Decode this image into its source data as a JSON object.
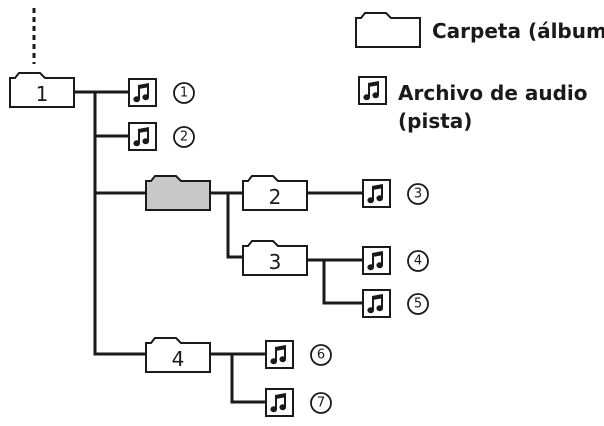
{
  "legend": {
    "folder_label": "Carpeta (álbum)",
    "file_label_line1": "Archivo de audio",
    "file_label_line2": "(pista)"
  },
  "folders": [
    {
      "id": "f1",
      "label": "1"
    },
    {
      "id": "f-gray",
      "label": ""
    },
    {
      "id": "f2",
      "label": "2"
    },
    {
      "id": "f3",
      "label": "3"
    },
    {
      "id": "f4",
      "label": "4"
    }
  ],
  "tracks": [
    {
      "id": "t1",
      "label": "1"
    },
    {
      "id": "t2",
      "label": "2"
    },
    {
      "id": "t3",
      "label": "3"
    },
    {
      "id": "t4",
      "label": "4"
    },
    {
      "id": "t5",
      "label": "5"
    },
    {
      "id": "t6",
      "label": "6"
    },
    {
      "id": "t7",
      "label": "7"
    }
  ],
  "colors": {
    "line": "#1a1a1a",
    "gray_folder": "#c8c8c8",
    "background": "#ffffff"
  }
}
